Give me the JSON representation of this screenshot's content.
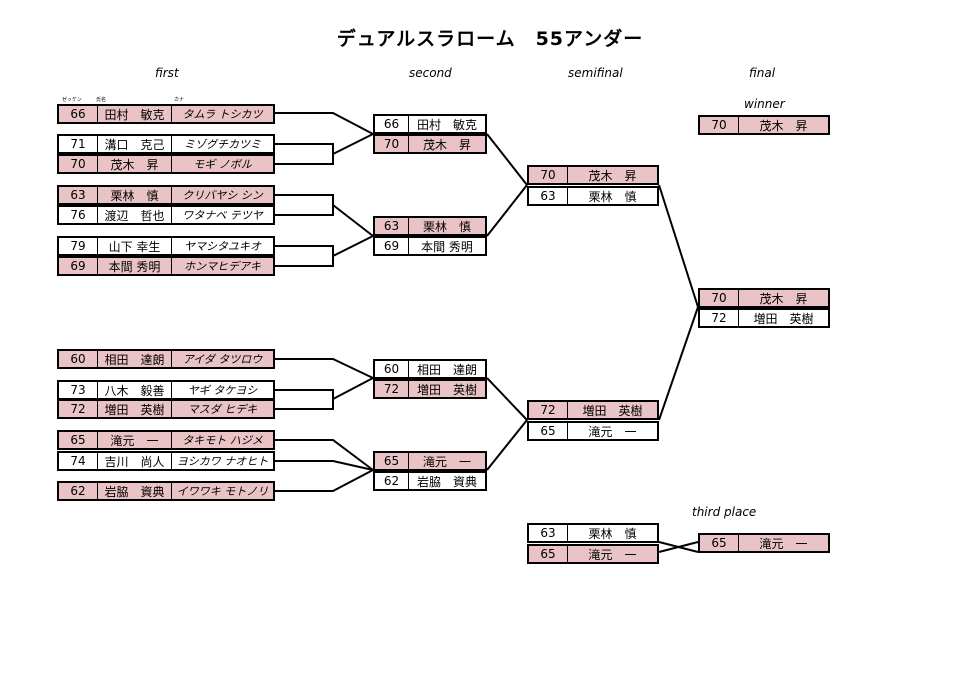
{
  "title": "デュアルスラローム　55アンダー",
  "headers": {
    "first": "first",
    "second": "second",
    "semifinal": "semifinal",
    "final": "final",
    "winner": "winner",
    "third_place": "third place"
  },
  "columns": {
    "zekken": "ゼッケン",
    "name": "氏名",
    "kana": "カナ"
  },
  "first": [
    {
      "num": "66",
      "name": "田村　敏克",
      "kana": "タムラ トシカツ"
    },
    {
      "num": "71",
      "name": "溝口　克己",
      "kana": "ミゾグチカツミ"
    },
    {
      "num": "70",
      "name": "茂木　昇",
      "kana": "モギ ノボル"
    },
    {
      "num": "63",
      "name": "栗林　慎",
      "kana": "クリバヤシ シン"
    },
    {
      "num": "76",
      "name": "渡辺　哲也",
      "kana": "ワタナベ テツヤ"
    },
    {
      "num": "79",
      "name": "山下 幸生",
      "kana": "ヤマシタユキオ"
    },
    {
      "num": "69",
      "name": "本間 秀明",
      "kana": "ホンマヒデアキ"
    },
    {
      "num": "60",
      "name": "相田　達朗",
      "kana": "アイダ タツロウ"
    },
    {
      "num": "73",
      "name": "八木　毅善",
      "kana": "ヤギ タケヨシ"
    },
    {
      "num": "72",
      "name": "増田　英樹",
      "kana": "マスダ ヒデキ"
    },
    {
      "num": "65",
      "name": "滝元　一",
      "kana": "タキモト ハジメ"
    },
    {
      "num": "74",
      "name": "吉川　尚人",
      "kana": "ヨシカワ ナオヒト"
    },
    {
      "num": "62",
      "name": "岩脇　資典",
      "kana": "イワワキ モトノリ"
    }
  ],
  "second": [
    {
      "num": "66",
      "name": "田村　敏克"
    },
    {
      "num": "70",
      "name": "茂木　昇"
    },
    {
      "num": "63",
      "name": "栗林　慎"
    },
    {
      "num": "69",
      "name": "本間 秀明"
    },
    {
      "num": "60",
      "name": "相田　達朗"
    },
    {
      "num": "72",
      "name": "増田　英樹"
    },
    {
      "num": "65",
      "name": "滝元　一"
    },
    {
      "num": "62",
      "name": "岩脇　資典"
    }
  ],
  "semifinal": [
    {
      "num": "70",
      "name": "茂木　昇"
    },
    {
      "num": "63",
      "name": "栗林　慎"
    },
    {
      "num": "72",
      "name": "増田　英樹"
    },
    {
      "num": "65",
      "name": "滝元　一"
    }
  ],
  "final": [
    {
      "num": "70",
      "name": "茂木　昇"
    },
    {
      "num": "72",
      "name": "増田　英樹"
    }
  ],
  "winner": {
    "num": "70",
    "name": "茂木　昇"
  },
  "third_match": [
    {
      "num": "63",
      "name": "栗林　慎"
    },
    {
      "num": "65",
      "name": "滝元　一"
    }
  ],
  "third_winner": {
    "num": "65",
    "name": "滝元　一"
  },
  "colors": {
    "win_fill": "#e9c3c5",
    "border": "#000000"
  }
}
